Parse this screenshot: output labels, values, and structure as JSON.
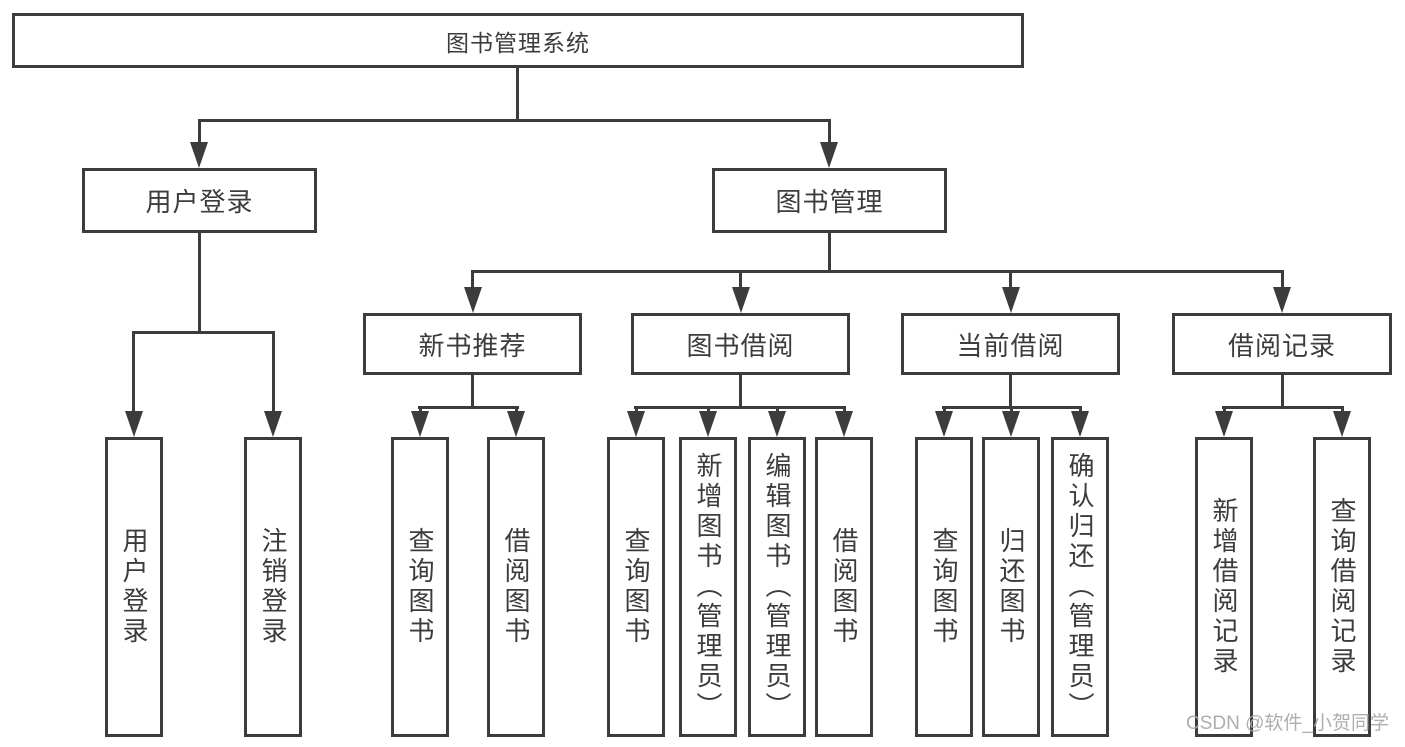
{
  "colors": {
    "line": "#3c3c3c",
    "text": "#3c3c3c",
    "background": "#ffffff",
    "watermark": "#aaa6a6"
  },
  "root": {
    "label": "图书管理系统"
  },
  "branches": {
    "user_login": {
      "label": "用户登录",
      "children": [
        "用户登录",
        "注销登录"
      ]
    },
    "book_management": {
      "label": "图书管理",
      "sections": {
        "new_book": {
          "label": "新书推荐",
          "children": [
            "查询图书",
            "借阅图书"
          ]
        },
        "borrowing": {
          "label": "图书借阅",
          "children": [
            "查询图书",
            "新增图书（管理员）",
            "编辑图书（管理员）",
            "借阅图书"
          ]
        },
        "current": {
          "label": "当前借阅",
          "children": [
            "查询图书",
            "归还图书",
            "确认归还（管理员）"
          ]
        },
        "records": {
          "label": "借阅记录",
          "children": [
            "新增借阅记录",
            "查询借阅记录"
          ]
        }
      }
    }
  },
  "watermark": "CSDN @软件_小贺同学"
}
